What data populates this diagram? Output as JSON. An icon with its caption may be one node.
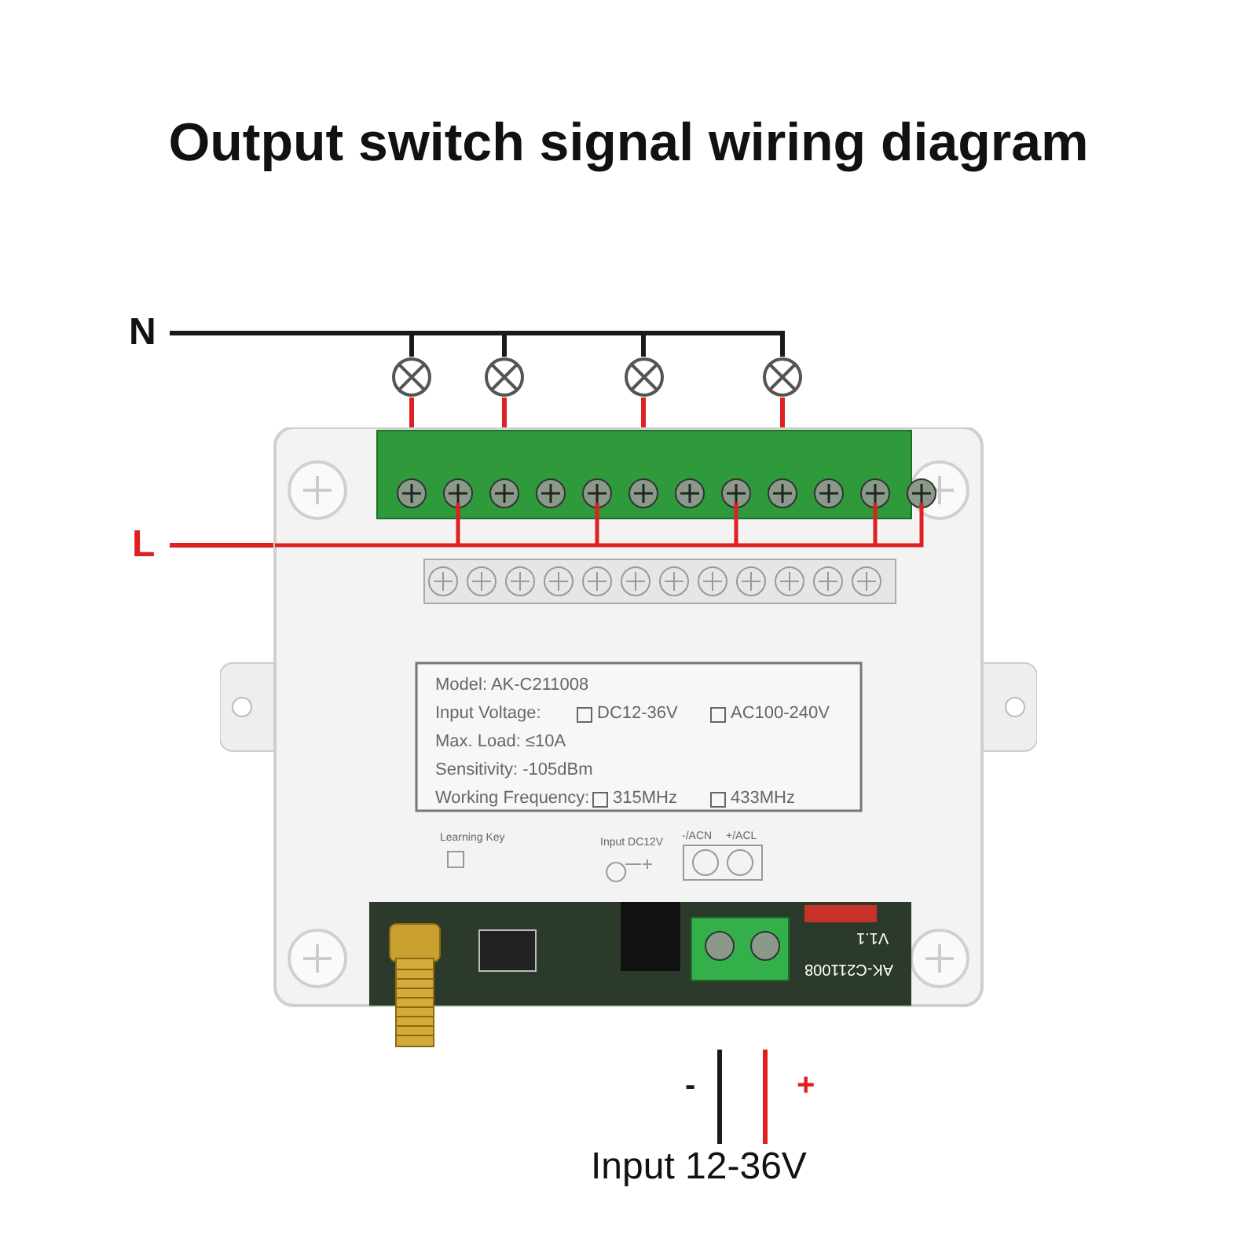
{
  "diagram": {
    "title": "Output switch signal wiring diagram",
    "nodes": [
      {
        "text": [
          "N"
        ]
      },
      {
        "text": [
          "L"
        ]
      },
      {
        "text": [],
        "shape": "lamp"
      },
      {
        "text": [],
        "shape": "lamp"
      },
      {
        "text": [],
        "shape": "lamp"
      },
      {
        "text": [],
        "shape": "lamp"
      },
      {
        "text": [],
        "shape": "picture"
      },
      {
        "text": [
          "Input 12-36V"
        ]
      }
    ],
    "edges": [
      {
        "from": 0,
        "to": 2,
        "arrow": "none",
        "color": "#1a1a1a"
      },
      {
        "from": 0,
        "to": 3,
        "arrow": "none",
        "color": "#1a1a1a"
      },
      {
        "from": 0,
        "to": 4,
        "arrow": "none",
        "color": "#1a1a1a"
      },
      {
        "from": 0,
        "to": 5,
        "arrow": "none",
        "color": "#1a1a1a"
      },
      {
        "from": 2,
        "to": 6,
        "arrow": "none",
        "color": "#e02020"
      },
      {
        "from": 3,
        "to": 6,
        "arrow": "none",
        "color": "#e02020"
      },
      {
        "from": 4,
        "to": 6,
        "arrow": "none",
        "color": "#e02020"
      },
      {
        "from": 5,
        "to": 6,
        "arrow": "none",
        "color": "#e02020"
      },
      {
        "from": 1,
        "to": 6,
        "arrow": "none",
        "color": "#e02020"
      },
      {
        "from": 7,
        "to": 6,
        "arrow": "none",
        "label": "-",
        "color": "#1a1a1a"
      },
      {
        "from": 7,
        "to": 6,
        "arrow": "none",
        "label": "+",
        "color": "#e02020"
      }
    ],
    "labels": [
      "Model: AK-C211008",
      "Input Voltage:",
      "DC12-36V",
      "AC100-240V",
      "Max. Load: ≤10A",
      "Sensitivity: -105dBm",
      "Working Frequency:",
      "315MHz",
      "433MHz",
      "Learning Key",
      "Input DC12V",
      "-/ACN",
      "+/ACL",
      "AK-C211008",
      "V1.1"
    ]
  }
}
